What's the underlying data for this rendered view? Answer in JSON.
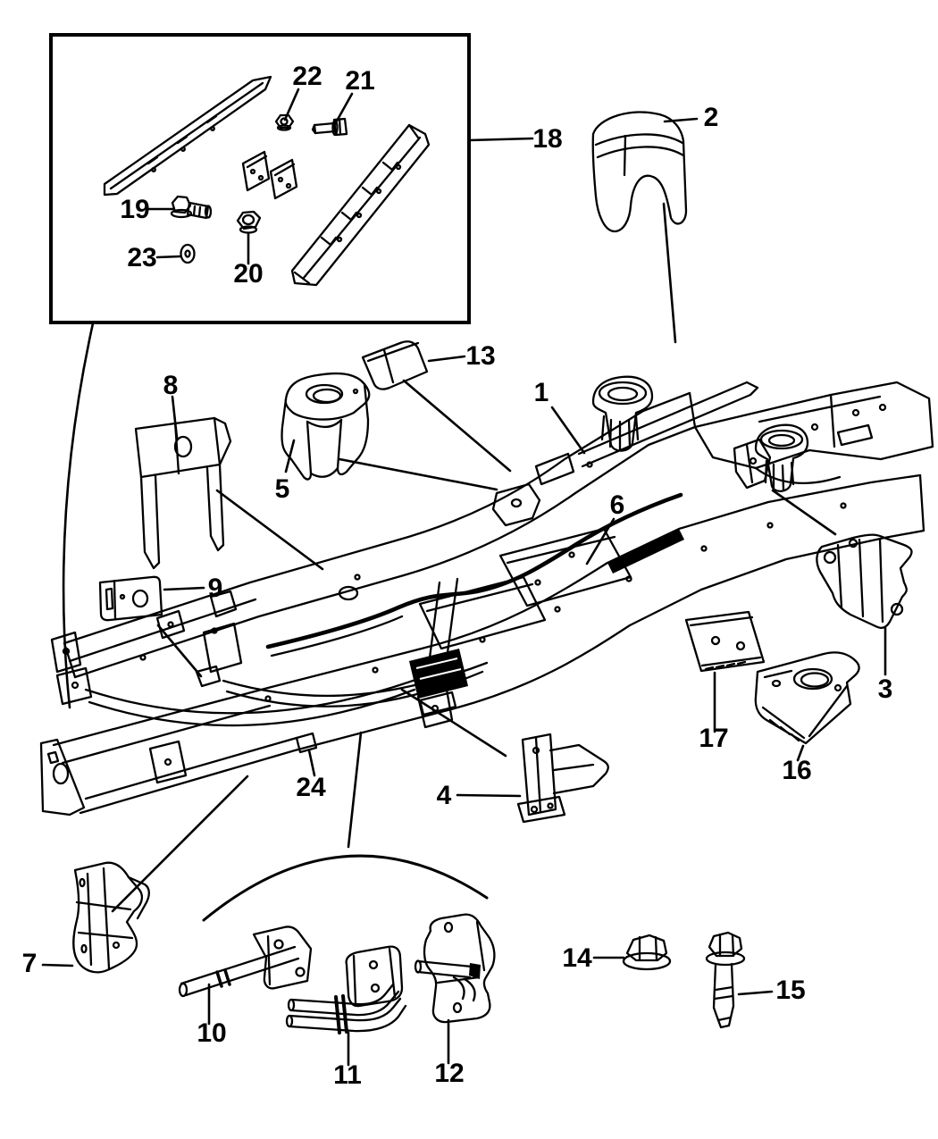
{
  "diagram": {
    "description": "Exploded parts diagram of a pickup truck frame with numbered callouts",
    "background_color": "#ffffff",
    "line_color": "#000000",
    "callouts": {
      "c1": {
        "label": "1"
      },
      "c2": {
        "label": "2"
      },
      "c3": {
        "label": "3"
      },
      "c4": {
        "label": "4"
      },
      "c5": {
        "label": "5"
      },
      "c6": {
        "label": "6"
      },
      "c7": {
        "label": "7"
      },
      "c8": {
        "label": "8"
      },
      "c9": {
        "label": "9"
      },
      "c10": {
        "label": "10"
      },
      "c11": {
        "label": "11"
      },
      "c12": {
        "label": "12"
      },
      "c13": {
        "label": "13"
      },
      "c14": {
        "label": "14"
      },
      "c15": {
        "label": "15"
      },
      "c16": {
        "label": "16"
      },
      "c17": {
        "label": "17"
      },
      "c18": {
        "label": "18"
      },
      "c19": {
        "label": "19"
      },
      "c20": {
        "label": "20"
      },
      "c21": {
        "label": "21"
      },
      "c22": {
        "label": "22"
      },
      "c23": {
        "label": "23"
      },
      "c24": {
        "label": "24"
      }
    }
  }
}
